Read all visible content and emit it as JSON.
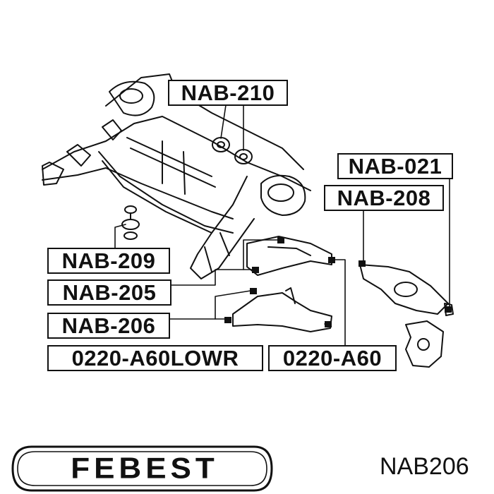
{
  "callouts": {
    "nab210": "NAB-210",
    "nab021": "NAB-021",
    "nab208": "NAB-208",
    "nab209": "NAB-209",
    "nab205": "NAB-205",
    "nab206": "NAB-206",
    "lowr": "0220-A60LOWR",
    "a60": "0220-A60"
  },
  "footer": {
    "brand": "FEBEST",
    "part_number": "NAB206"
  },
  "colors": {
    "ink": "#111111",
    "background": "#ffffff"
  }
}
